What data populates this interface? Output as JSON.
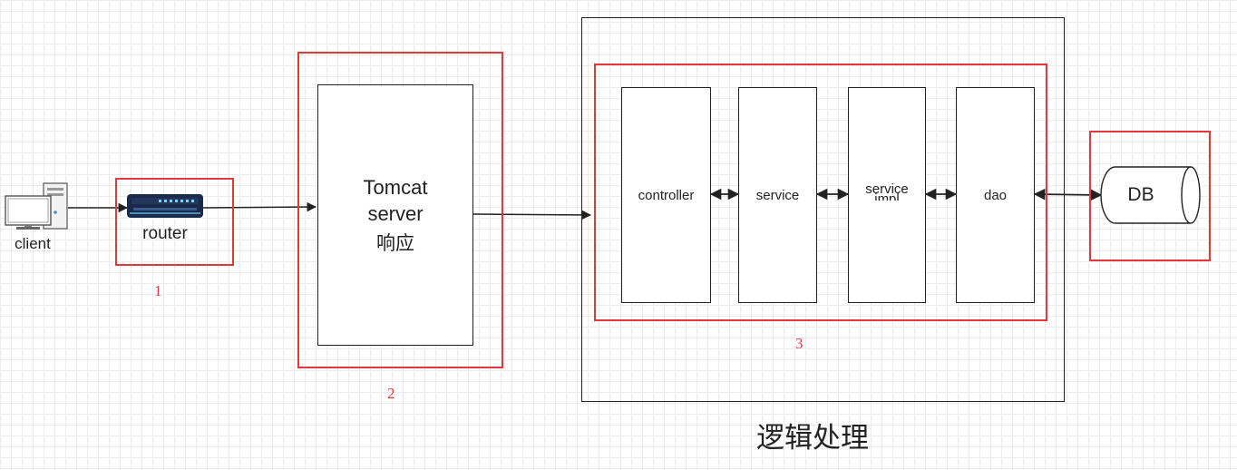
{
  "diagram": {
    "client": {
      "label": "client",
      "icon": "desktop-computer-icon"
    },
    "router": {
      "label": "router",
      "icon": "network-router-icon"
    },
    "tomcat": {
      "line1": "Tomcat",
      "line2": "server",
      "line3": "响应"
    },
    "logic": {
      "caption": "逻辑处理",
      "layers": [
        {
          "line1": "controller",
          "line2": ""
        },
        {
          "line1": "service",
          "line2": ""
        },
        {
          "line1": "service",
          "line2": "impl"
        },
        {
          "line1": "dao",
          "line2": ""
        }
      ]
    },
    "db": {
      "label": "DB"
    },
    "markers": [
      "1",
      "2",
      "3"
    ],
    "colors": {
      "highlight": "#e0393e",
      "stroke": "#222222",
      "router_body": "#1b2a4a",
      "router_led": "#6fd3ff"
    }
  }
}
